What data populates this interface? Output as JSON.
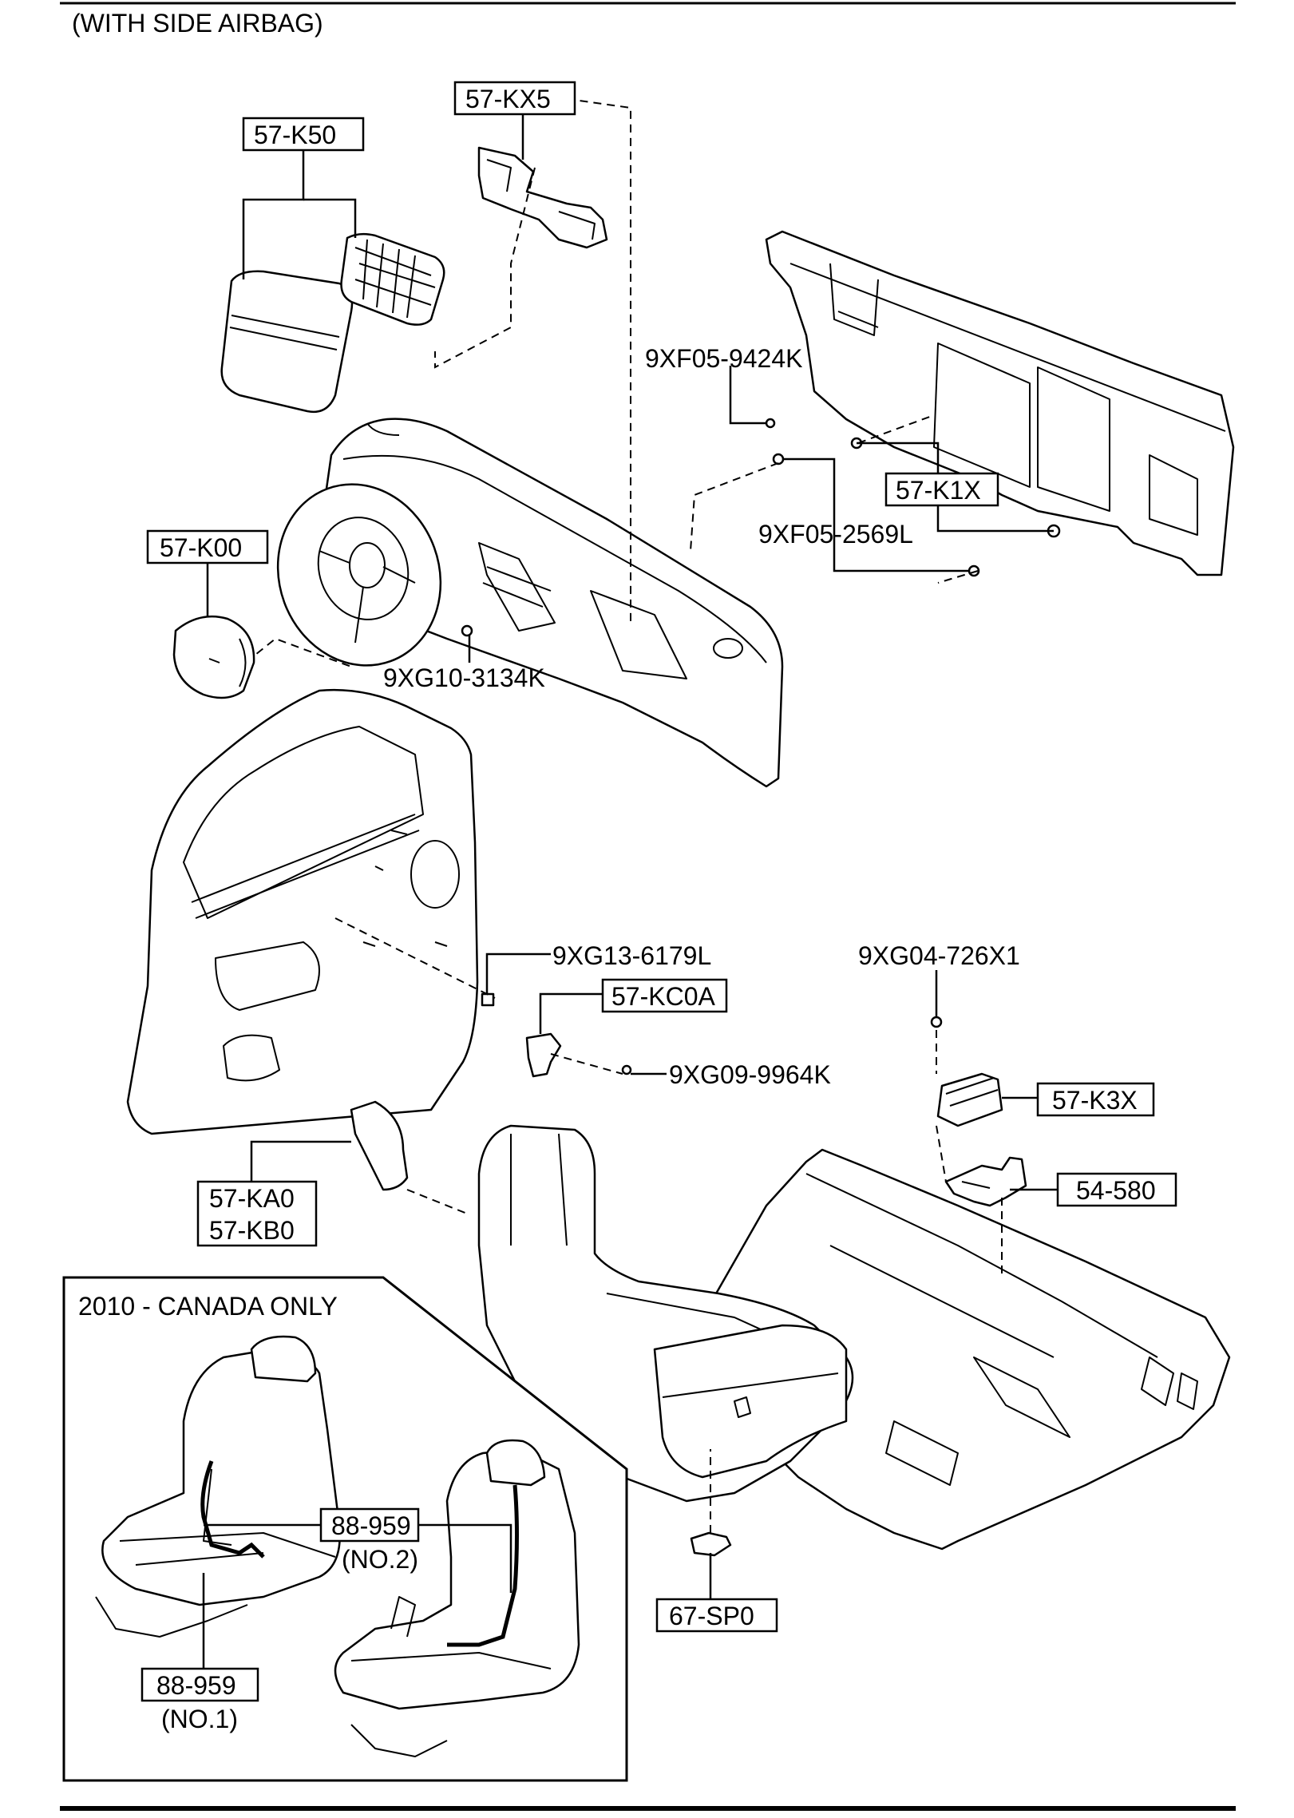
{
  "header": {
    "title": "(WITH SIDE AIRBAG)"
  },
  "inset": {
    "title": "2010 - CANADA ONLY"
  },
  "callouts": {
    "k50": "57-K50",
    "kx5": "57-KX5",
    "f9424k": "9XF05-9424K",
    "k1x": "57-K1X",
    "f2569l": "9XF05-2569L",
    "k00": "57-K00",
    "g3134k": "9XG10-3134K",
    "g6179l": "9XG13-6179L",
    "kc0a": "57-KC0A",
    "g9964k": "9XG09-9964K",
    "g726x1": "9XG04-726X1",
    "k3x": "57-K3X",
    "s54580": "54-580",
    "ka0": "57-KA0",
    "kb0": "57-KB0",
    "sp0": "67-SP0",
    "w959a": "88-959",
    "w959a_note": "(NO.2)",
    "w959b": "88-959",
    "w959b_note": "(NO.1)"
  }
}
